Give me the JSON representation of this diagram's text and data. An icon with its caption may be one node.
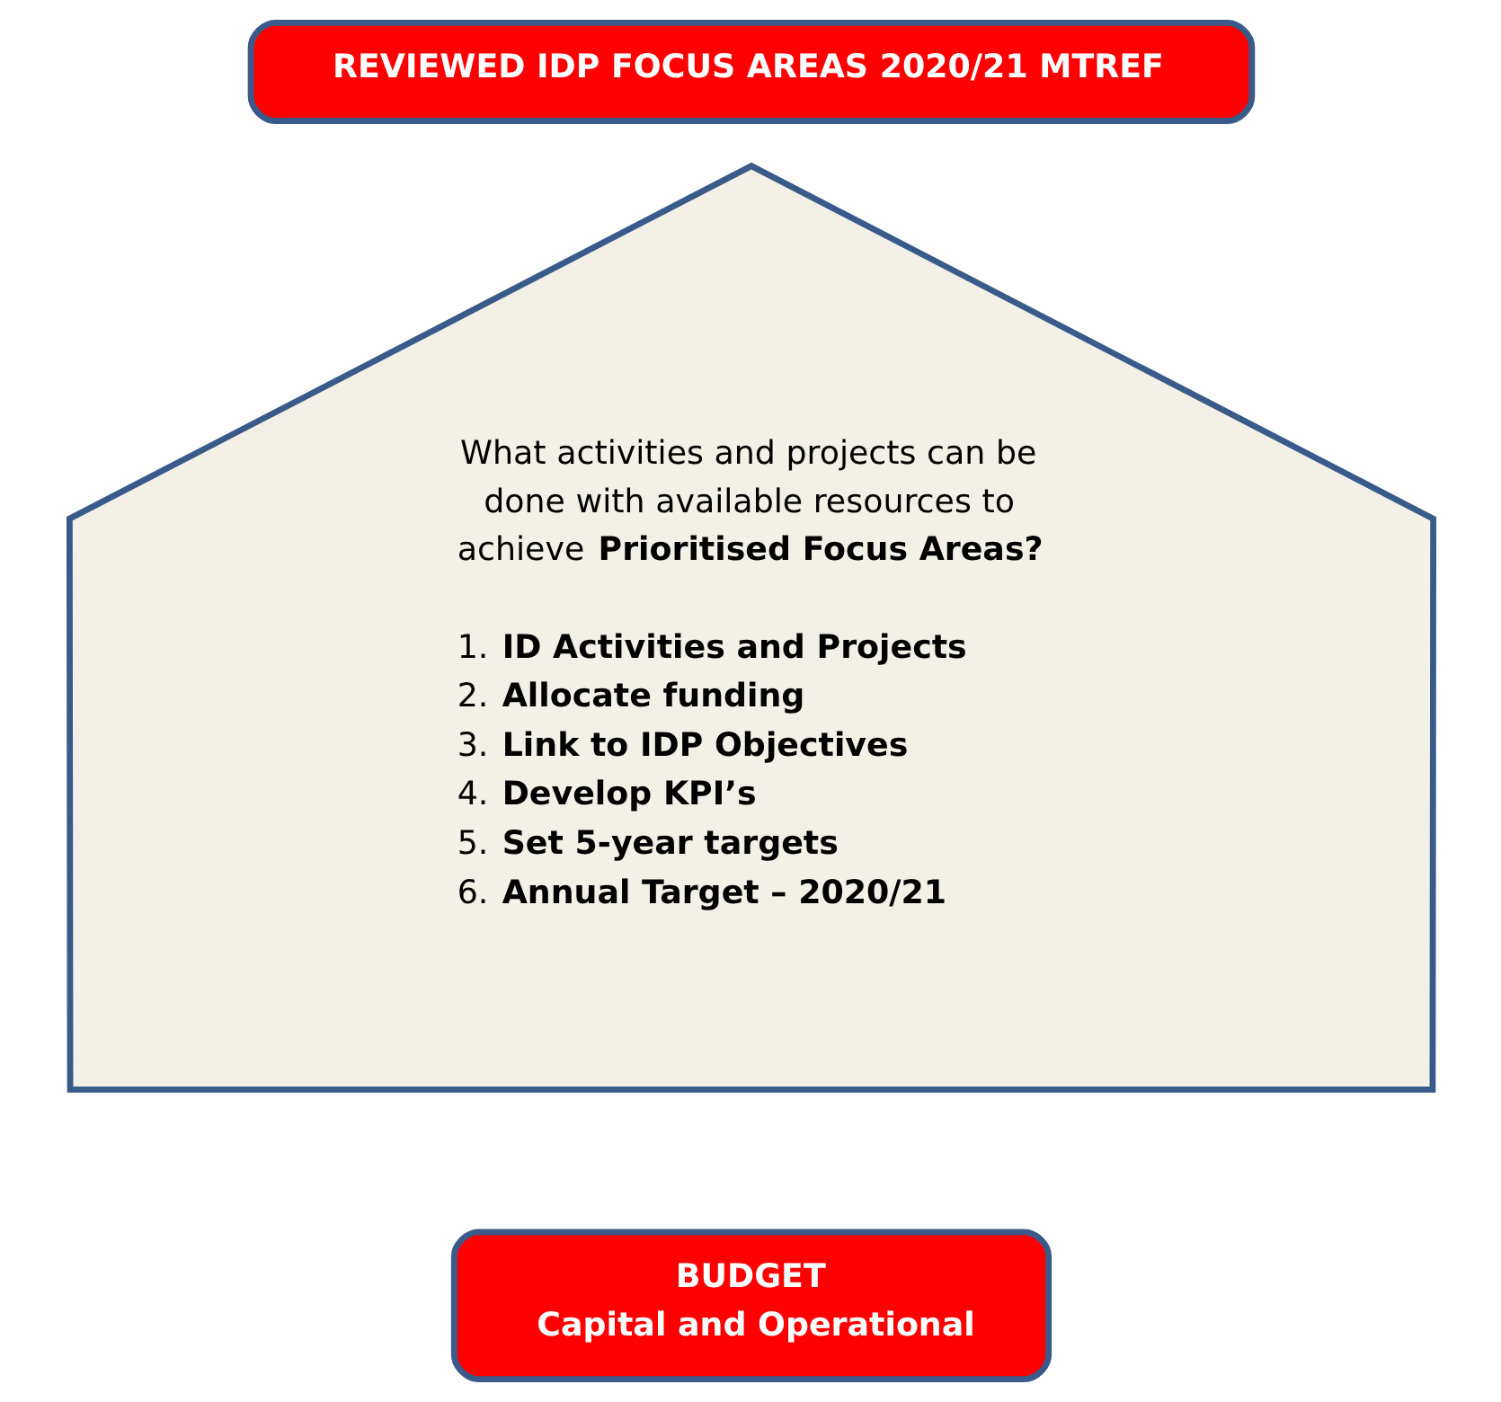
{
  "diagram": {
    "nodes": [
      {
        "text": [
          "REVIEWED IDP FOCUS AREAS 2020/21 MTREF"
        ]
      },
      {
        "text": [
          "What activities and projects can be done with available resources to achieve **Prioritised Focus Areas?**",
          "1. **ID Activities and Projects**",
          "2. **Allocate funding**",
          "3. **Link to IDP Objectives**",
          "4. **Develop KPI’s**",
          "5. **Set 5-year targets**",
          "6. **Annual Target – 2020/21**"
        ]
      },
      {
        "text": [
          "BUDGET",
          "Capital and Operational"
        ]
      }
    ],
    "edges": []
  }
}
